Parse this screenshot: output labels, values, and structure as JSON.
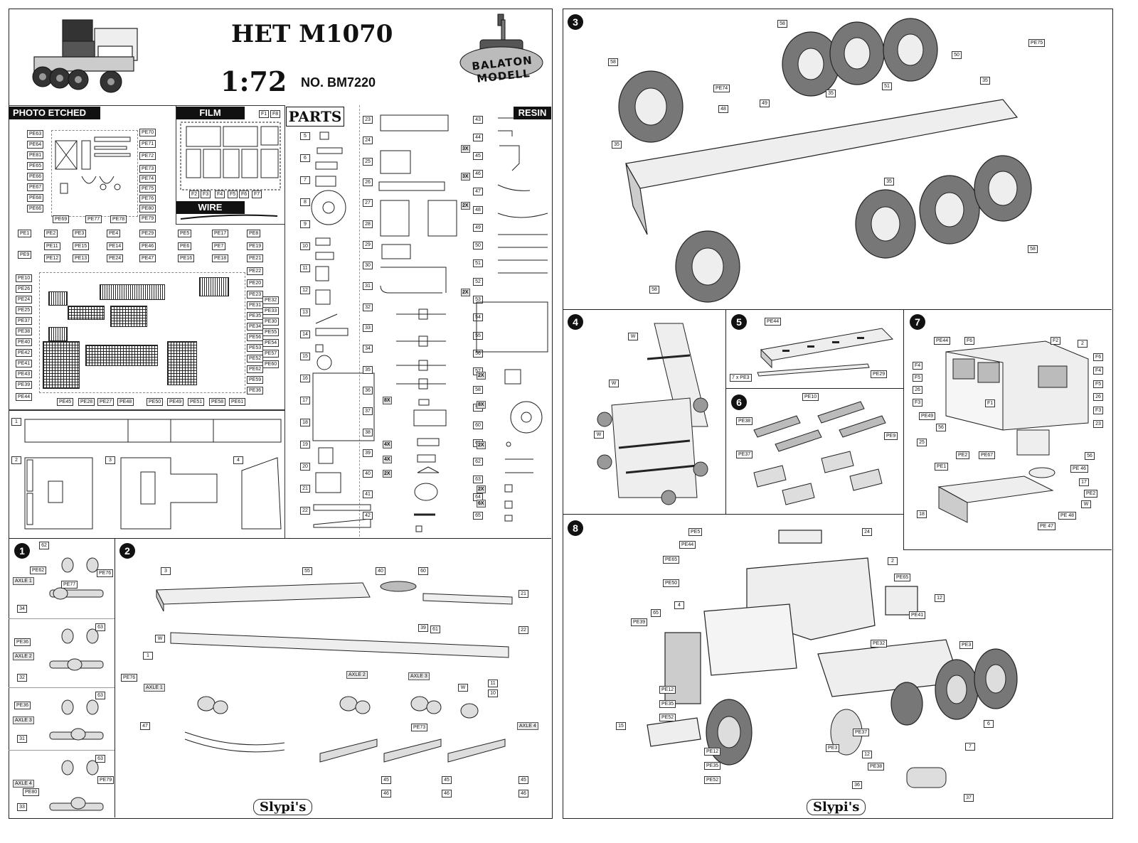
{
  "header": {
    "title": "HET M1070",
    "scale": "1:72",
    "catalog_no": "NO. BM7220",
    "brand": "BALATON MODELL"
  },
  "sections": {
    "photo_etched": "PHOTO ETCHED",
    "film": "FILM",
    "wire": "WIRE",
    "parts": "PARTS",
    "resin": "RESIN"
  },
  "pe_labels_top": [
    "PE63",
    "PE64",
    "PE81",
    "PE65",
    "PE66",
    "PE67",
    "PE68",
    "PE66",
    "PE69",
    "PE77",
    "PE78",
    "PE70",
    "PE71",
    "PE72",
    "PE73",
    "PE74",
    "PE75",
    "PE76",
    "PE80",
    "PE79"
  ],
  "pe_labels_main_left": [
    "PE1",
    "PE2",
    "PE3",
    "PE4",
    "PE9",
    "PE11",
    "PE12",
    "PE15",
    "PE13",
    "PE14",
    "PE24",
    "PE10",
    "PE26",
    "PE24",
    "PE25",
    "PE37",
    "PE38",
    "PE40",
    "PE42",
    "PE41",
    "PE43",
    "PE39",
    "PE44",
    "PE45",
    "PE28",
    "PE27",
    "PE48"
  ],
  "pe_labels_main_right": [
    "PE29",
    "PE5",
    "PE17",
    "PE8",
    "PE46",
    "PE6",
    "PE7",
    "PE19",
    "PE47",
    "PE16",
    "PE18",
    "PE21",
    "PE22",
    "PE20",
    "PE23",
    "PE32",
    "PE31",
    "PE33",
    "PE35",
    "PE30",
    "PE34",
    "PE55",
    "PE56",
    "PE54",
    "PE53",
    "PE57",
    "PE52",
    "PE60",
    "PE62",
    "PE59",
    "PE36",
    "PE50",
    "PE49",
    "PE51",
    "PE58",
    "PE61"
  ],
  "film_labels": [
    "F1",
    "F8",
    "F2",
    "F3",
    "F4",
    "F5",
    "F6",
    "F7"
  ],
  "frame_labels": [
    "1",
    "2",
    "3",
    "4"
  ],
  "parts_col1": [
    "5",
    "6",
    "7",
    "8",
    "9",
    "10",
    "11",
    "12",
    "13",
    "14",
    "15",
    "16",
    "17",
    "18",
    "19",
    "20",
    "21",
    "22"
  ],
  "parts_col2": [
    "23",
    "24",
    "25",
    "26",
    "27",
    "28",
    "29",
    "30",
    "31",
    "32",
    "33",
    "34",
    "35",
    "36",
    "37",
    "38",
    "39",
    "40",
    "41",
    "42"
  ],
  "parts_col3": [
    "43",
    "44",
    "45",
    "46",
    "47",
    "48",
    "49",
    "50",
    "51",
    "52",
    "53",
    "54",
    "55",
    "56",
    "57",
    "58",
    "59",
    "60",
    "61",
    "62",
    "63",
    "64",
    "65"
  ],
  "multipliers": {
    "m45": "3X",
    "m46": "3X",
    "m47": "2X",
    "m54": "2X",
    "m35": "8X",
    "m37": "4X",
    "m38": "4X",
    "m39": "2X",
    "m56": "2X",
    "m58": "8X",
    "m59": "2X",
    "m62": "2X",
    "m63": "6X"
  },
  "steps": [
    "1",
    "2",
    "3",
    "4",
    "5",
    "6",
    "7",
    "8"
  ],
  "step1": {
    "labels": [
      "62",
      "PE62",
      "PE76",
      "PE77",
      "34",
      "63",
      "PE36",
      "32",
      "63",
      "PE36",
      "31",
      "63",
      "PE79",
      "PE80",
      "33"
    ],
    "axles": [
      "AXLE 1",
      "AXLE 2",
      "AXLE 3",
      "AXLE 4"
    ]
  },
  "step2": {
    "labels": [
      "3",
      "55",
      "40",
      "60",
      "21",
      "22",
      "61",
      "39",
      "W",
      "1",
      "PE76",
      "11",
      "10",
      "W",
      "PE73",
      "47",
      "45",
      "45",
      "45",
      "46",
      "46",
      "46"
    ],
    "axles": [
      "AXLE 1",
      "AXLE 2",
      "AXLE 3",
      "AXLE 4"
    ]
  },
  "step3": {
    "labels": [
      "58",
      "58",
      "PE74",
      "48",
      "35",
      "49",
      "35",
      "51",
      "50",
      "35",
      "PE75",
      "35",
      "58",
      "58"
    ]
  },
  "step4": {
    "labels": [
      "W",
      "W",
      "W"
    ]
  },
  "step5": {
    "labels": [
      "PE44",
      "7 x PE3",
      "PE29"
    ]
  },
  "step6": {
    "labels": [
      "PE10",
      "PE38",
      "PE37",
      "PE9"
    ]
  },
  "step7": {
    "labels": [
      "PE44",
      "F6",
      "F2",
      "2",
      "F4",
      "F5",
      "26",
      "F3",
      "F1",
      "F6",
      "F4",
      "F5",
      "26",
      "F3",
      "PE49",
      "56",
      "23",
      "25",
      "PE2",
      "PE67",
      "PE1",
      "PE 46",
      "56",
      "17",
      "PE2",
      "18",
      "PE 48",
      "W",
      "PE 47"
    ]
  },
  "step8": {
    "labels": [
      "PE5",
      "24",
      "PE44",
      "2",
      "PE65",
      "PE65",
      "PE50",
      "12",
      "4",
      "PE41",
      "65",
      "PE39",
      "PE32",
      "PE3",
      "PE12",
      "PE35",
      "PE52",
      "6",
      "15",
      "PE37",
      "7",
      "PE12",
      "PE35",
      "PE52",
      "PE3",
      "12",
      "PE38",
      "36",
      "37"
    ]
  },
  "footer_brand": "Slypi's"
}
